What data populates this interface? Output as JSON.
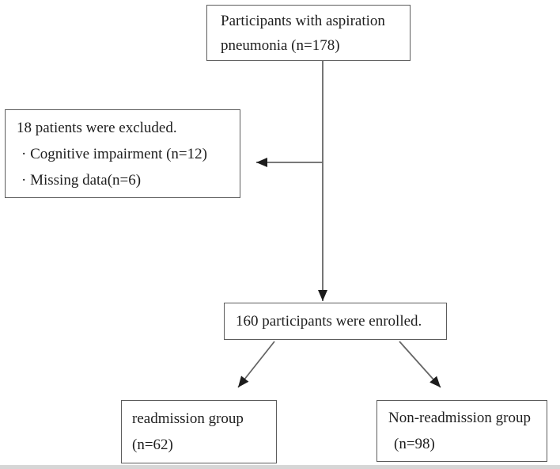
{
  "figure": {
    "type": "participant-flow-diagram",
    "background_color": "#ffffff",
    "box_border_color": "#5c5c5c",
    "arrow_line_color": "#666666",
    "arrowhead_color": "#1c1c1c",
    "text_color": "#1e1e1e"
  },
  "boxes": {
    "participants": {
      "lines": [
        "Participants with aspiration",
        "pneumonia (n=178)"
      ],
      "n": 178
    },
    "excluded": {
      "lines": [
        "18 patients were excluded.",
        "· Cognitive impairment (n=12)",
        "· Missing data(n=6)"
      ],
      "n": 18,
      "reasons": [
        {
          "label": "Cognitive impairment",
          "n": 12
        },
        {
          "label": "Missing data",
          "n": 6
        }
      ]
    },
    "enrolled": {
      "lines": [
        "160 participants were enrolled."
      ],
      "n": 160
    },
    "readmission": {
      "lines": [
        "readmission group",
        "(n=62)"
      ],
      "n": 62
    },
    "non_readmission": {
      "lines": [
        "Non-readmission group",
        "(n=98)"
      ],
      "n": 98
    }
  }
}
